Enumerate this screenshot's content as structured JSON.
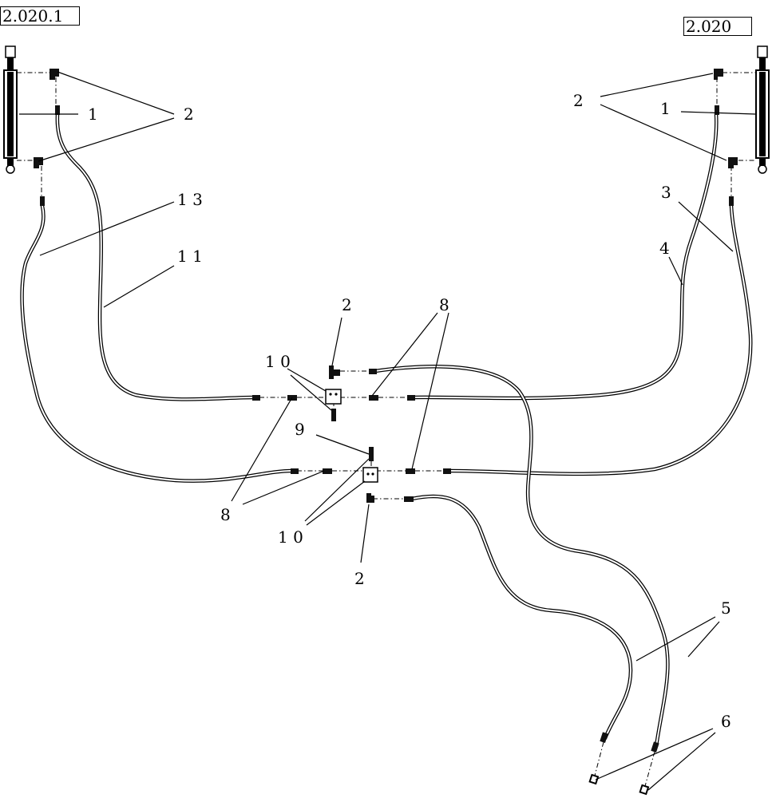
{
  "refs": {
    "left": "2.020.1",
    "right": "2.020"
  },
  "callouts": {
    "c1_left": "1",
    "c2_left": "2",
    "c13": "1 3",
    "c11": "1 1",
    "c2_right": "2",
    "c1_right": "1",
    "c3": "3",
    "c4": "4",
    "c2_top_mid": "2",
    "c8_top": "8",
    "c10_top": "1 0",
    "c9": "9",
    "c8_bottom_left": "8",
    "c10_bottom": "1 0",
    "c2_bottom_mid": "2",
    "c5": "5",
    "c6": "6"
  }
}
